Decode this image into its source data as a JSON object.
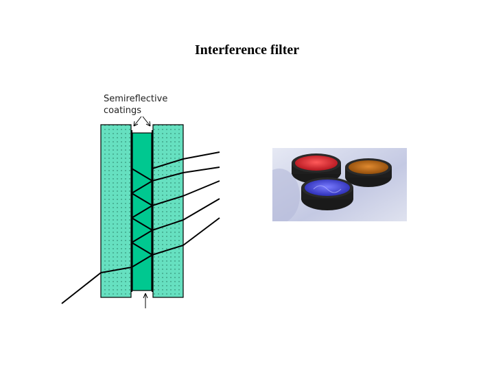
{
  "slide": {
    "title": "Interference filter"
  },
  "diagram": {
    "label_line1": "Semireflective",
    "label_line2": "coatings",
    "colors": {
      "glass": "#66e0c0",
      "spacer": "#00c890",
      "outline": "#000000",
      "ray": "#000000"
    }
  },
  "photo": {
    "filter_colors": [
      "#d81e28",
      "#c06a12",
      "#3a3ee0"
    ]
  }
}
